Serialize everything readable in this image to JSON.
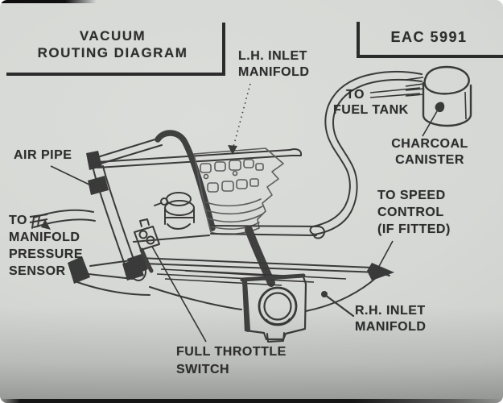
{
  "title_block": {
    "line1": "VACUUM",
    "line2": "ROUTING DIAGRAM"
  },
  "part_number": "EAC 5991",
  "labels": {
    "lh_inlet_manifold": {
      "lines": [
        "L.H. INLET",
        "MANIFOLD"
      ]
    },
    "to_fuel_tank": {
      "lines": [
        "TO",
        "FUEL TANK"
      ]
    },
    "charcoal_canister": {
      "lines": [
        "CHARCOAL",
        "CANISTER"
      ]
    },
    "to_speed_control": {
      "lines": [
        "TO SPEED",
        "CONTROL",
        "(IF FITTED)"
      ]
    },
    "air_pipe": {
      "lines": [
        "AIR PIPE"
      ]
    },
    "to_manifold_pressure_sensor": {
      "lines": [
        "TO",
        "MANIFOLD",
        "PRESSURE",
        "SENSOR"
      ]
    },
    "full_throttle_switch": {
      "lines": [
        "FULL THROTTLE",
        "SWITCH"
      ]
    },
    "rh_inlet_manifold": {
      "lines": [
        "R.H. INLET",
        "MANIFOLD"
      ]
    }
  },
  "colors": {
    "paper": "#d6d8d5",
    "ink": "#3a3a3a",
    "scan_border": "#141414"
  }
}
